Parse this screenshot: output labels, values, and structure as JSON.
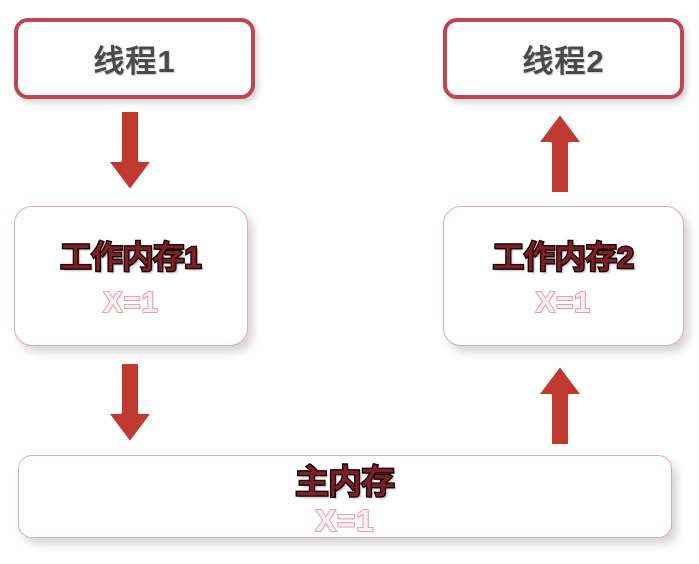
{
  "diagram": {
    "title": "Java Memory Model - Thread Working Memory and Main Memory",
    "colors": {
      "thread_border": "#c04552",
      "memory_border": "#e8a7ad",
      "arrow_fill": "#c0392f",
      "arrow_outline": "#ffffff",
      "thread_text": "#4a4a4a",
      "memory_title_text": "#7e1f26",
      "memory_title_outline": "#140204",
      "memory_value_text": "#fdeff0",
      "memory_value_outline": "#e09aa2",
      "background": "#ffffff"
    }
  },
  "threads": [
    {
      "id": "thread-1",
      "label": "线程1"
    },
    {
      "id": "thread-2",
      "label": "线程2"
    }
  ],
  "working_memory": [
    {
      "id": "working-memory-1",
      "title": "工作内存1",
      "value": "X=1"
    },
    {
      "id": "working-memory-2",
      "title": "工作内存2",
      "value": "X=1"
    }
  ],
  "main_memory": {
    "id": "main-memory",
    "title": "主内存",
    "value": "X=1"
  },
  "arrows": [
    {
      "id": "arrow-thread1-to-working-memory1",
      "direction": "down",
      "from": "线程1",
      "to": "工作内存1"
    },
    {
      "id": "arrow-working-memory1-to-main-memory",
      "direction": "down",
      "from": "工作内存1",
      "to": "主内存"
    },
    {
      "id": "arrow-working-memory2-to-thread2",
      "direction": "up",
      "from": "工作内存2",
      "to": "线程2"
    },
    {
      "id": "arrow-main-memory-to-working-memory2",
      "direction": "up",
      "from": "主内存",
      "to": "工作内存2"
    }
  ]
}
